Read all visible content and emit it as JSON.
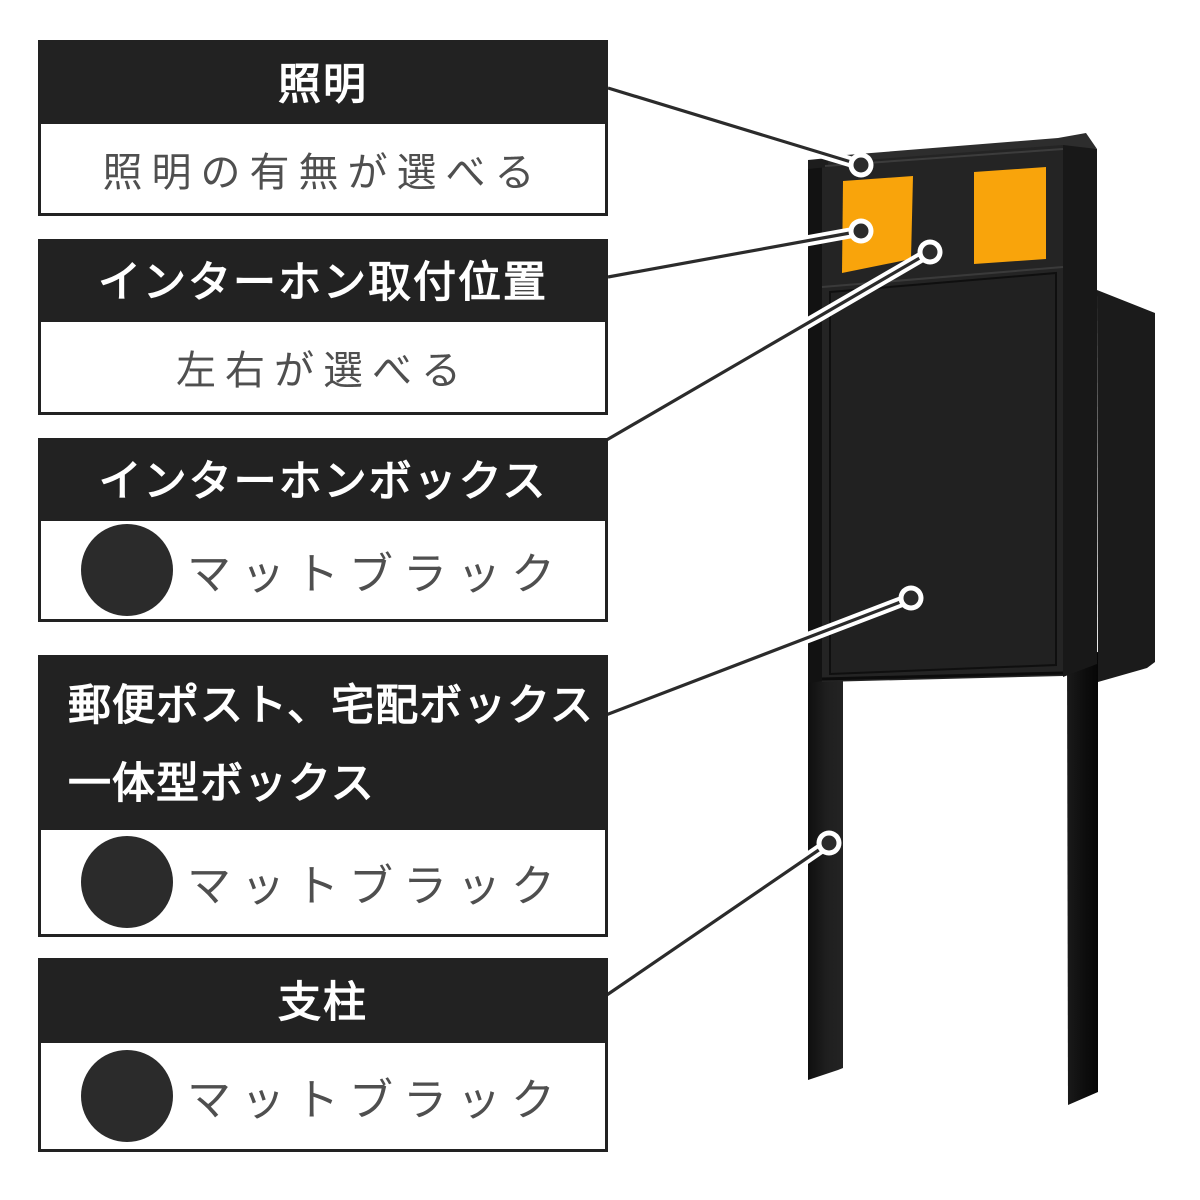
{
  "colors": {
    "header_bg": "#222222",
    "box_border": "#222222",
    "body_text": "#4f4f4f",
    "swatch_black": "#2b2b2b",
    "panel_orange": "#f9a40b",
    "leader_line": "#2b2b2b",
    "product_front": "#242424",
    "background": "#ffffff"
  },
  "callouts": [
    {
      "kind": "text",
      "title_lines": [
        "照明"
      ],
      "body": "照明の有無が選べる"
    },
    {
      "kind": "text",
      "title_lines": [
        "インターホン取付位置"
      ],
      "body": "左右が選べる"
    },
    {
      "kind": "swatch",
      "title_lines": [
        "インターホンボックス"
      ],
      "body": "マットブラック"
    },
    {
      "kind": "swatch",
      "title_lines": [
        "郵便ポスト、宅配ボックス",
        "一体型ボックス"
      ],
      "body": "マットブラック"
    },
    {
      "kind": "swatch",
      "title_lines": [
        "支柱"
      ],
      "body": "マットブラック"
    }
  ]
}
